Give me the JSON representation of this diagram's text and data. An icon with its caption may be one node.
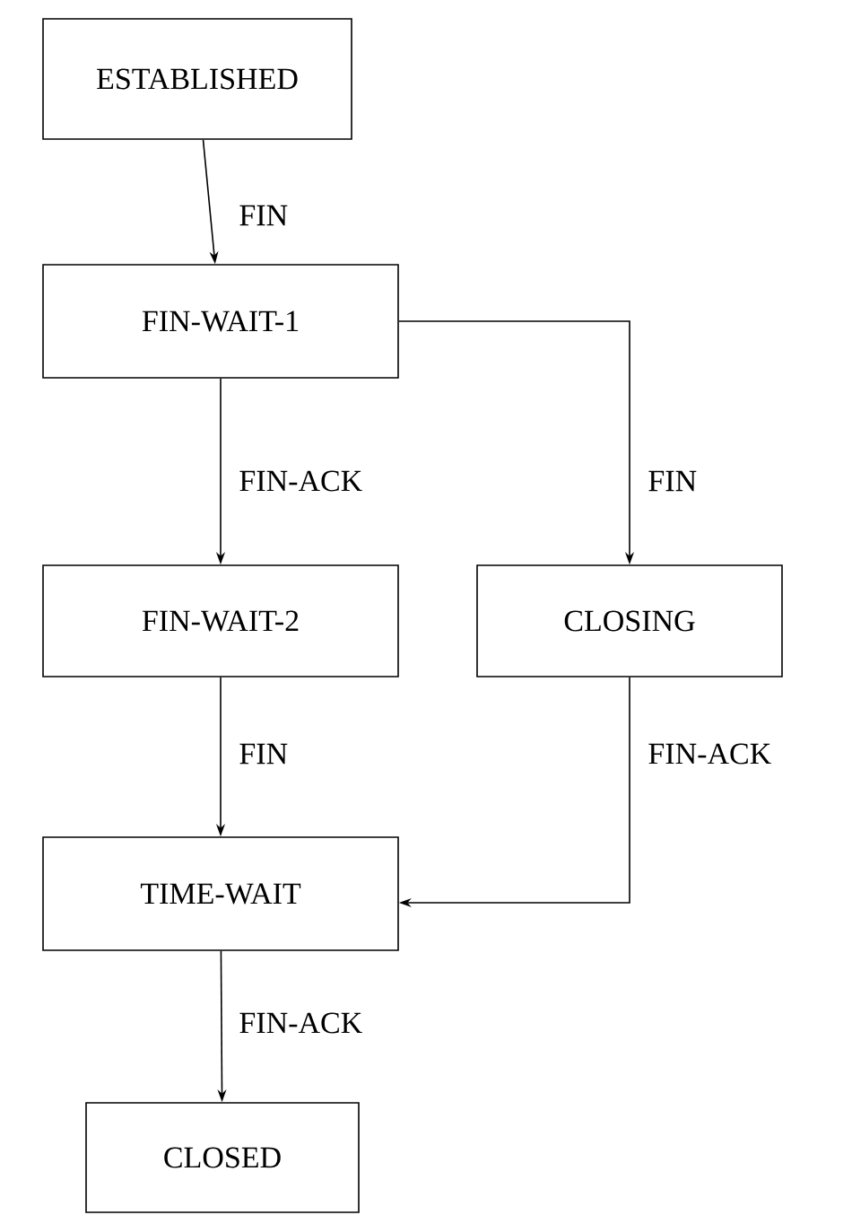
{
  "diagram": {
    "nodes": [
      {
        "text": [
          "ESTABLISHED"
        ]
      },
      {
        "text": [
          "FIN-WAIT-1"
        ]
      },
      {
        "text": [
          "FIN-WAIT-2"
        ]
      },
      {
        "text": [
          "CLOSING"
        ]
      },
      {
        "text": [
          "TIME-WAIT"
        ]
      },
      {
        "text": [
          "CLOSED"
        ]
      }
    ],
    "edges": [
      {
        "from": 0,
        "to": 1,
        "arrow": "to",
        "label": "FIN"
      },
      {
        "from": 1,
        "to": 2,
        "arrow": "to",
        "label": "FIN-ACK"
      },
      {
        "from": 1,
        "to": 3,
        "arrow": "to",
        "label": "FIN"
      },
      {
        "from": 2,
        "to": 4,
        "arrow": "to",
        "label": "FIN"
      },
      {
        "from": 3,
        "to": 4,
        "arrow": "to",
        "label": "FIN-ACK"
      },
      {
        "from": 4,
        "to": 5,
        "arrow": "to",
        "label": "FIN-ACK"
      }
    ]
  }
}
